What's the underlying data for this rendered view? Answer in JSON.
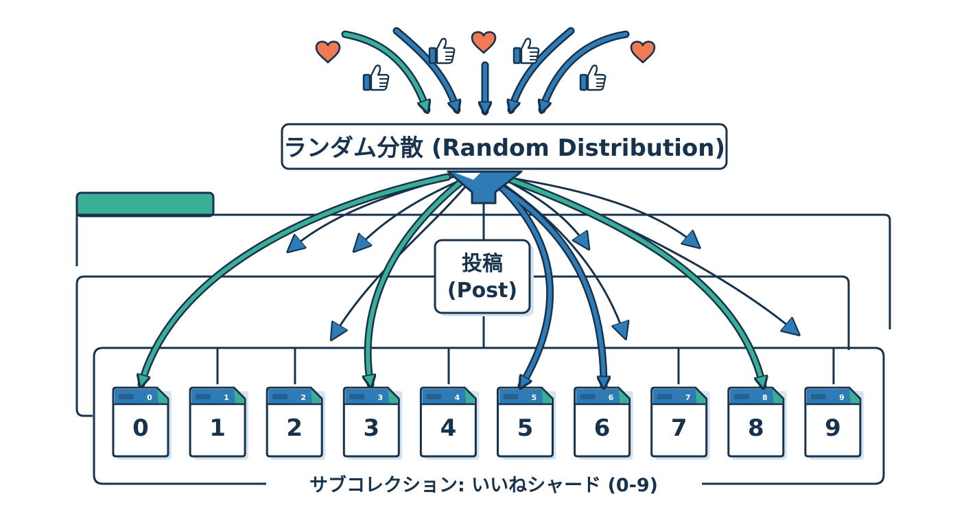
{
  "distributor": {
    "label": "ランダム分散 (Random Distribution)"
  },
  "post": {
    "line1": "投稿",
    "line2": "(Post)"
  },
  "collection": {
    "caption": "サブコレクション: いいねシャード (0-9)"
  },
  "shards": [
    {
      "tab": "0",
      "label": "0"
    },
    {
      "tab": "1",
      "label": "1"
    },
    {
      "tab": "2",
      "label": "2"
    },
    {
      "tab": "3",
      "label": "3"
    },
    {
      "tab": "4",
      "label": "4"
    },
    {
      "tab": "5",
      "label": "5"
    },
    {
      "tab": "6",
      "label": "6"
    },
    {
      "tab": "7",
      "label": "7"
    },
    {
      "tab": "8",
      "label": "8"
    },
    {
      "tab": "9",
      "label": "9"
    }
  ],
  "incoming_icons": [
    "heart-icon",
    "thumbs-up-icon",
    "thumbs-up-icon",
    "heart-icon",
    "thumbs-up-icon",
    "thumbs-up-icon",
    "heart-icon"
  ],
  "colors": {
    "navy": "#17324d",
    "blue": "#2f7bb5",
    "teal": "#3aaf96",
    "heart": "#ef7a54",
    "pale": "#d3e4f1"
  }
}
